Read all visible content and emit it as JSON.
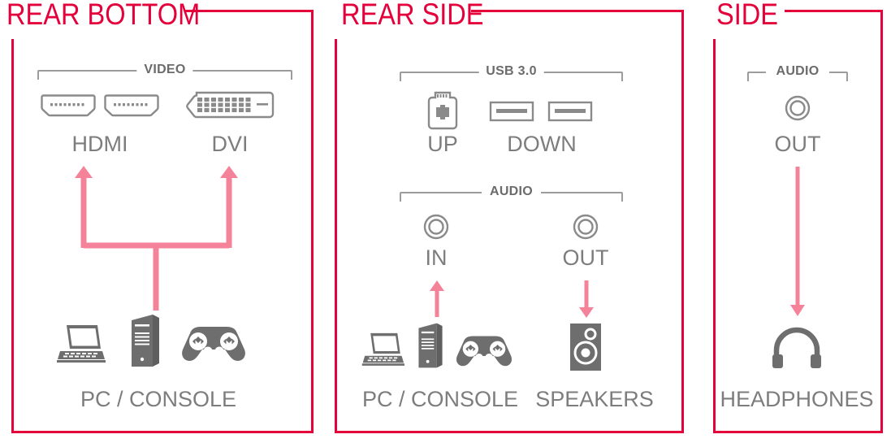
{
  "colors": {
    "panel_border": "#e4003a",
    "title": "#e4003a",
    "arrow": "#f4839a",
    "label_gray": "#7d7d7d",
    "bracket_gray": "#9c9c9c",
    "icon_gray": "#6e6e6e",
    "port_outline": "#8a8a8a",
    "background": "#ffffff"
  },
  "panels": [
    {
      "title": "REAR BOTTOM",
      "sections": [
        {
          "bracket_label": "VIDEO",
          "ports": [
            {
              "icon": "hdmi-port-icon",
              "label": "HDMI"
            },
            {
              "icon": "dvi-port-icon",
              "label": "DVI"
            }
          ]
        }
      ],
      "devices": [
        {
          "icons": [
            "laptop-icon",
            "desktop-tower-icon",
            "gamepad-icon"
          ],
          "caption": "PC / CONSOLE"
        }
      ]
    },
    {
      "title": "REAR SIDE",
      "sections": [
        {
          "bracket_label": "USB 3.0",
          "ports": [
            {
              "icon": "usb-b-upstream-port-icon",
              "label": "UP"
            },
            {
              "icon": "usb-a-downstream-port-icon",
              "label": "DOWN"
            }
          ]
        },
        {
          "bracket_label": "AUDIO",
          "ports": [
            {
              "icon": "audio-jack-icon",
              "label": "IN"
            },
            {
              "icon": "audio-jack-icon",
              "label": "OUT"
            }
          ]
        }
      ],
      "devices": [
        {
          "icons": [
            "laptop-icon",
            "desktop-tower-icon",
            "gamepad-icon"
          ],
          "caption": "PC / CONSOLE"
        },
        {
          "icons": [
            "speaker-icon"
          ],
          "caption": "SPEAKERS"
        }
      ]
    },
    {
      "title": "SIDE",
      "sections": [
        {
          "bracket_label": "AUDIO",
          "ports": [
            {
              "icon": "audio-jack-icon",
              "label": "OUT"
            }
          ]
        }
      ],
      "devices": [
        {
          "icons": [
            "headphones-icon"
          ],
          "caption": "HEADPHONES"
        }
      ]
    }
  ]
}
